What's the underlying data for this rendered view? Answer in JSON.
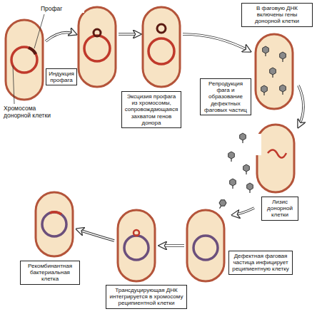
{
  "diagram": {
    "nodes": [
      {
        "text": [
          "Индукция профага"
        ]
      },
      {
        "text": [
          "Эксцизия профага из хромосомы, сопровождающаяся захватом генов донора"
        ]
      },
      {
        "text": [
          "В фаговую ДНК включены гены донорной клетки"
        ]
      },
      {
        "text": [
          "Репродукция фага и образование дефектных фаговых частиц"
        ]
      },
      {
        "text": [
          "Лизис донорной клетки"
        ]
      },
      {
        "text": [
          "Дефектная фаговая частица инфицирует реципиентную клетку"
        ]
      },
      {
        "text": [
          "Трансдуцирующая ДНК интегрируется в хромосому реципиентной клетки"
        ]
      },
      {
        "text": [
          "Рекомбинантная бактериальная клетка"
        ]
      }
    ],
    "labels": [
      "Профаг",
      "Хромосома донорной клетки"
    ]
  }
}
